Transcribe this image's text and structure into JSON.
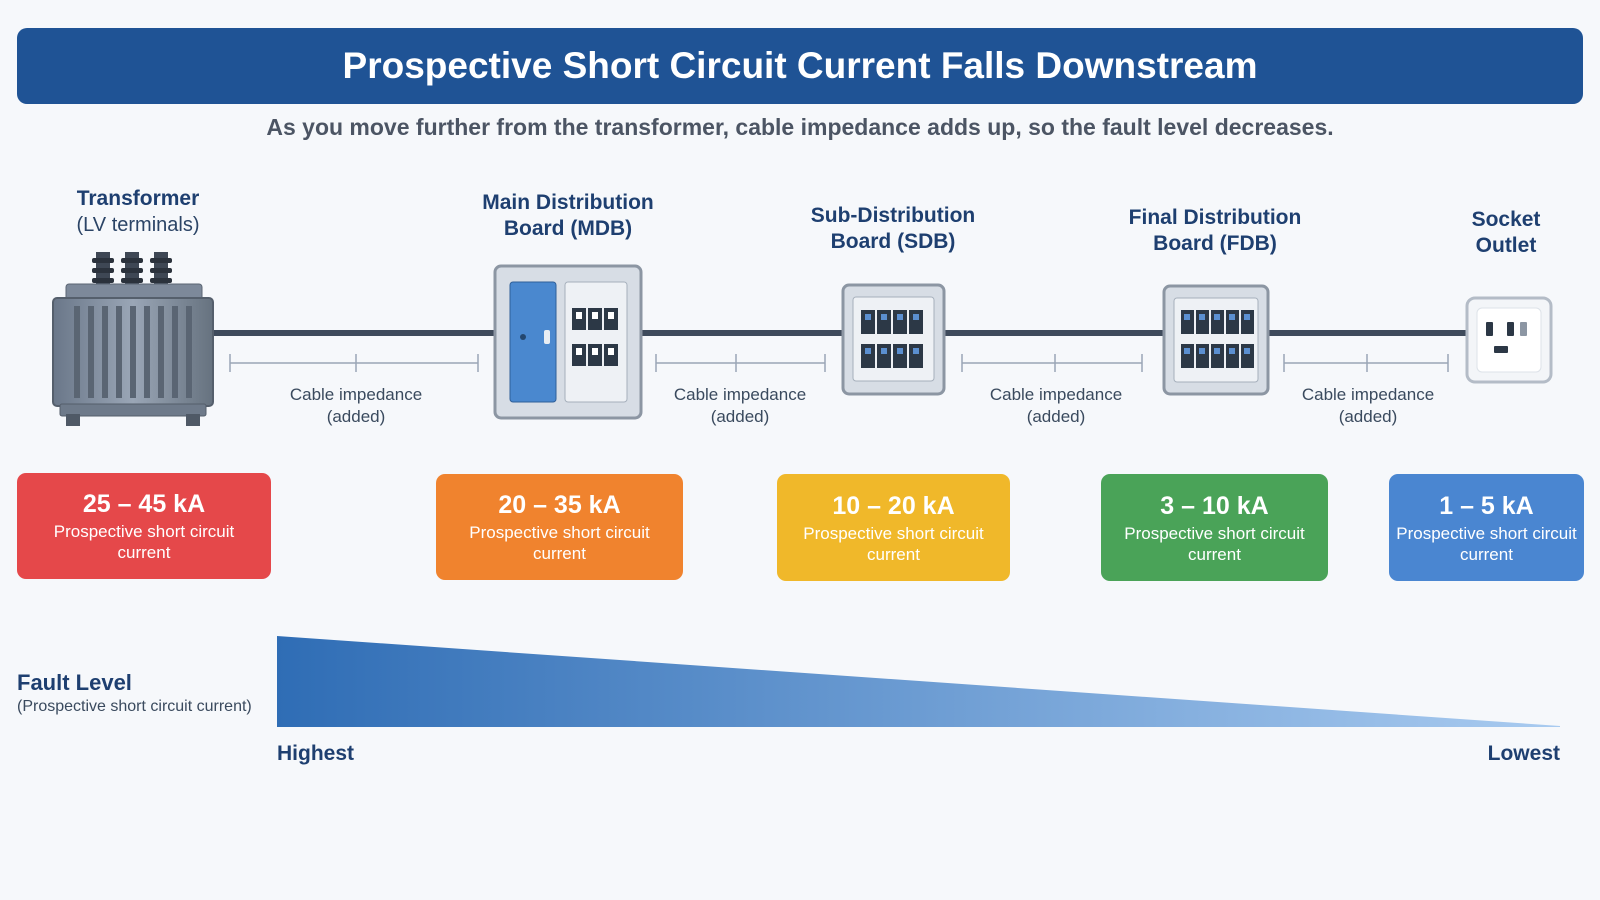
{
  "title": "Prospective Short Circuit Current Falls Downstream",
  "subtitle": "As you move further from the transformer, cable impedance adds up, so the fault level decreases.",
  "nodes": [
    {
      "name": "Transformer",
      "sub": "(LV terminals)"
    },
    {
      "line1": "Main Distribution",
      "line2": "Board (MDB)"
    },
    {
      "line1": "Sub-Distribution",
      "line2": "Board (SDB)"
    },
    {
      "line1": "Final Distribution",
      "line2": "Board (FDB)"
    },
    {
      "line1": "Socket",
      "line2": "Outlet"
    }
  ],
  "cable": {
    "line1": "Cable impedance",
    "line2": "(added)"
  },
  "fault_boxes": [
    {
      "value": "25 – 45 kA",
      "desc1": "Prospective short circuit",
      "desc2": "current",
      "color": "#e5484a"
    },
    {
      "value": "20 – 35 kA",
      "desc1": "Prospective short circuit",
      "desc2": "current",
      "color": "#f0832e"
    },
    {
      "value": "10 – 20 kA",
      "desc1": "Prospective short circuit",
      "desc2": "current",
      "color": "#f0b82a"
    },
    {
      "value": "3 – 10 kA",
      "desc1": "Prospective short circuit",
      "desc2": "current",
      "color": "#4aa358"
    },
    {
      "value": "1 – 5 kA",
      "desc1": "Prospective short circuit",
      "desc2": "current",
      "color": "#4a86d1"
    }
  ],
  "fault_level": {
    "title": "Fault Level",
    "subtitle": "(Prospective short circuit current)",
    "high_label": "Highest",
    "low_label": "Lowest"
  },
  "colors": {
    "banner": "#1f5395",
    "cable": "#3f4b5c",
    "gradient_start": "#2f6db5",
    "gradient_end": "#a9cbf0"
  },
  "icons": [
    "transformer-icon",
    "mdb-panel-icon",
    "sdb-panel-icon",
    "fdb-panel-icon",
    "socket-outlet-icon"
  ]
}
